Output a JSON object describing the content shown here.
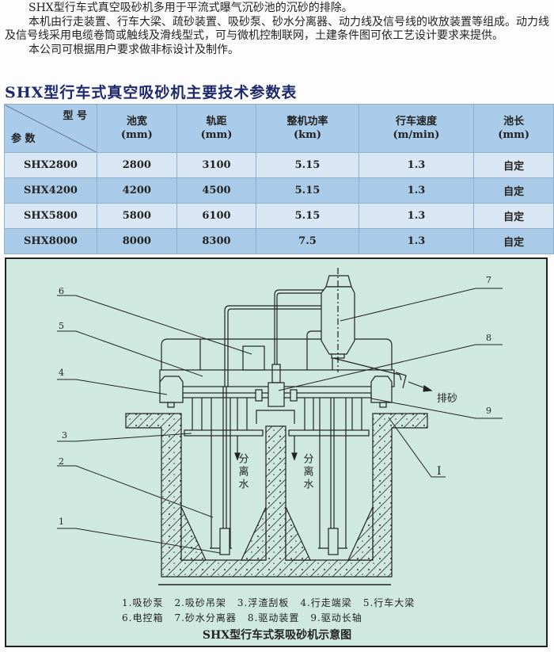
{
  "intro": [
    "SHX型行车式真空吸砂机多用于平流式曝气沉砂池的沉砂的排除。",
    "本机由行走装置、行车大梁、疏砂装置、吸砂泵、砂水分离器、动力线及信号线的收放装置等组成。动力线及信号线采用电缆卷筒或触线及滑线型式，可与微机控制联网，土建条件图可依工艺设计要求来提供。",
    "本公司可根据用户要求做非标设计及制作。"
  ],
  "table": {
    "title": "SHX型行车式真空吸砂机主要技术参数表",
    "corner_top": "型 号",
    "corner_bottom": "参 数",
    "headers": [
      {
        "name": "池宽",
        "unit": "(mm)"
      },
      {
        "name": "轨距",
        "unit": "(mm)"
      },
      {
        "name": "整机功率",
        "unit": "(km)"
      },
      {
        "name": "行车速度",
        "unit": "(m/min)"
      },
      {
        "name": "池长",
        "unit": "(mm)"
      }
    ],
    "rows": [
      [
        "SHX2800",
        "2800",
        "3100",
        "5.15",
        "1.3",
        "自定"
      ],
      [
        "SHX4200",
        "4200",
        "4500",
        "5.15",
        "1.3",
        "自定"
      ],
      [
        "SHX5800",
        "5800",
        "6100",
        "5.15",
        "1.3",
        "自定"
      ],
      [
        "SHX8000",
        "8000",
        "8300",
        "7.5",
        "1.3",
        "自定"
      ]
    ]
  },
  "diagram": {
    "callouts": [
      "1",
      "2",
      "3",
      "4",
      "5",
      "6",
      "7",
      "8",
      "9",
      "I"
    ],
    "separated_water": "分离水",
    "discharge_sand": "排砂",
    "legend_line1": [
      "1.吸砂泵",
      "2.吸砂吊架",
      "3.浮渣刮板",
      "4.行走端梁",
      "5.行车大梁"
    ],
    "legend_line2": [
      "6.电控箱",
      "7.砂水分离器",
      "8.驱动装置",
      "9.驱动长轴"
    ],
    "caption": "SHX型行车式泵吸砂机示意图"
  }
}
